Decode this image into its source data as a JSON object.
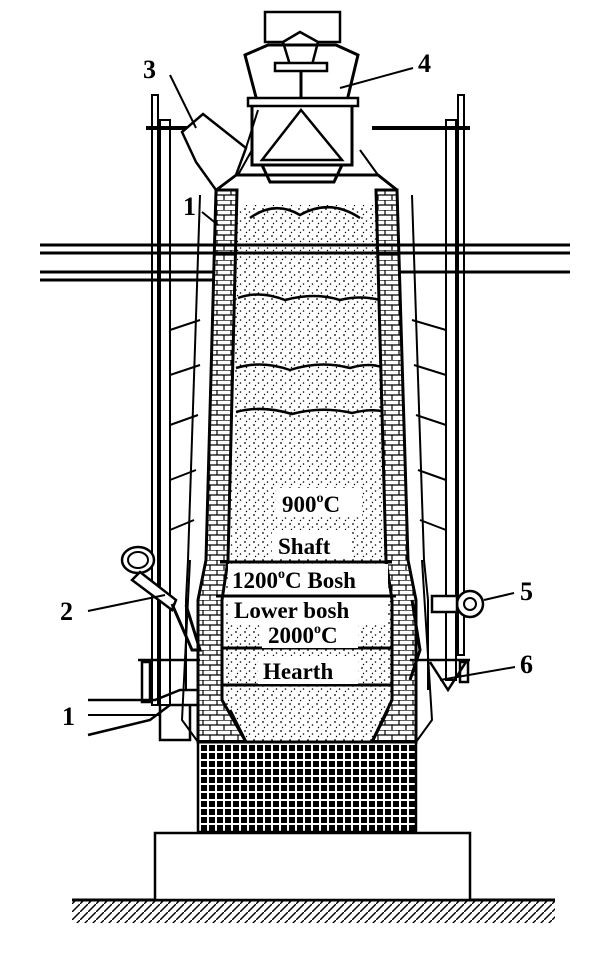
{
  "diagram": {
    "callouts": [
      {
        "id": "n3",
        "text": "3"
      },
      {
        "id": "n4",
        "text": "4"
      },
      {
        "id": "n1a",
        "text": "1"
      },
      {
        "id": "n2",
        "text": "2"
      },
      {
        "id": "n5",
        "text": "5"
      },
      {
        "id": "n6",
        "text": "6"
      },
      {
        "id": "n1b",
        "text": "1"
      }
    ],
    "zones": {
      "temp_shaft": "900",
      "temp_shaft_unit": "C",
      "shaft": "Shaft",
      "temp_bosh": "1200",
      "temp_bosh_unit": "C Bosh",
      "lower_bosh": "Lower bosh",
      "temp_hearth": "2000",
      "temp_hearth_unit": "C",
      "hearth": "Hearth"
    },
    "degree_mark": "o"
  }
}
